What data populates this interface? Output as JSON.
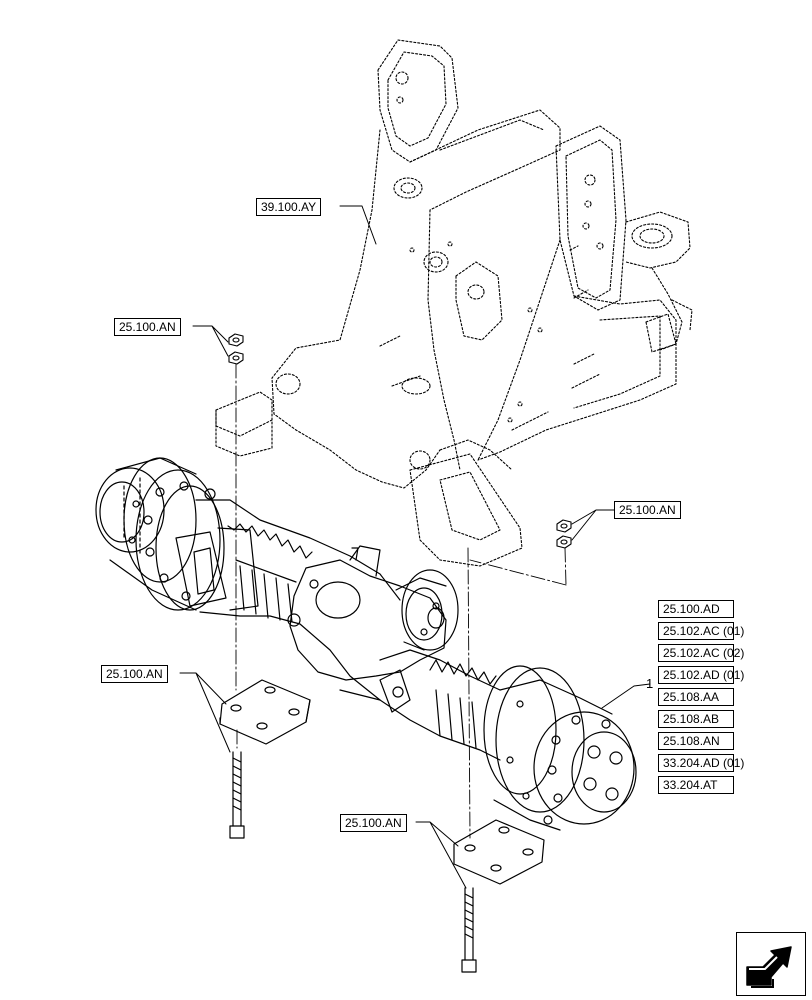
{
  "callouts": {
    "frame": "39.100.AY",
    "nuts_left": "25.100.AN",
    "nuts_right": "25.100.AN",
    "plate_left": "25.100.AN",
    "plate_right": "25.100.AN"
  },
  "item_number": "1",
  "axle_references": [
    "25.100.AD",
    "25.102.AC (01)",
    "25.102.AC (02)",
    "25.102.AD (01)",
    "25.108.AA",
    "25.108.AB",
    "25.108.AN",
    "33.204.AD (01)",
    "33.204.AT"
  ],
  "nav_icon": "next-page-arrow-icon"
}
